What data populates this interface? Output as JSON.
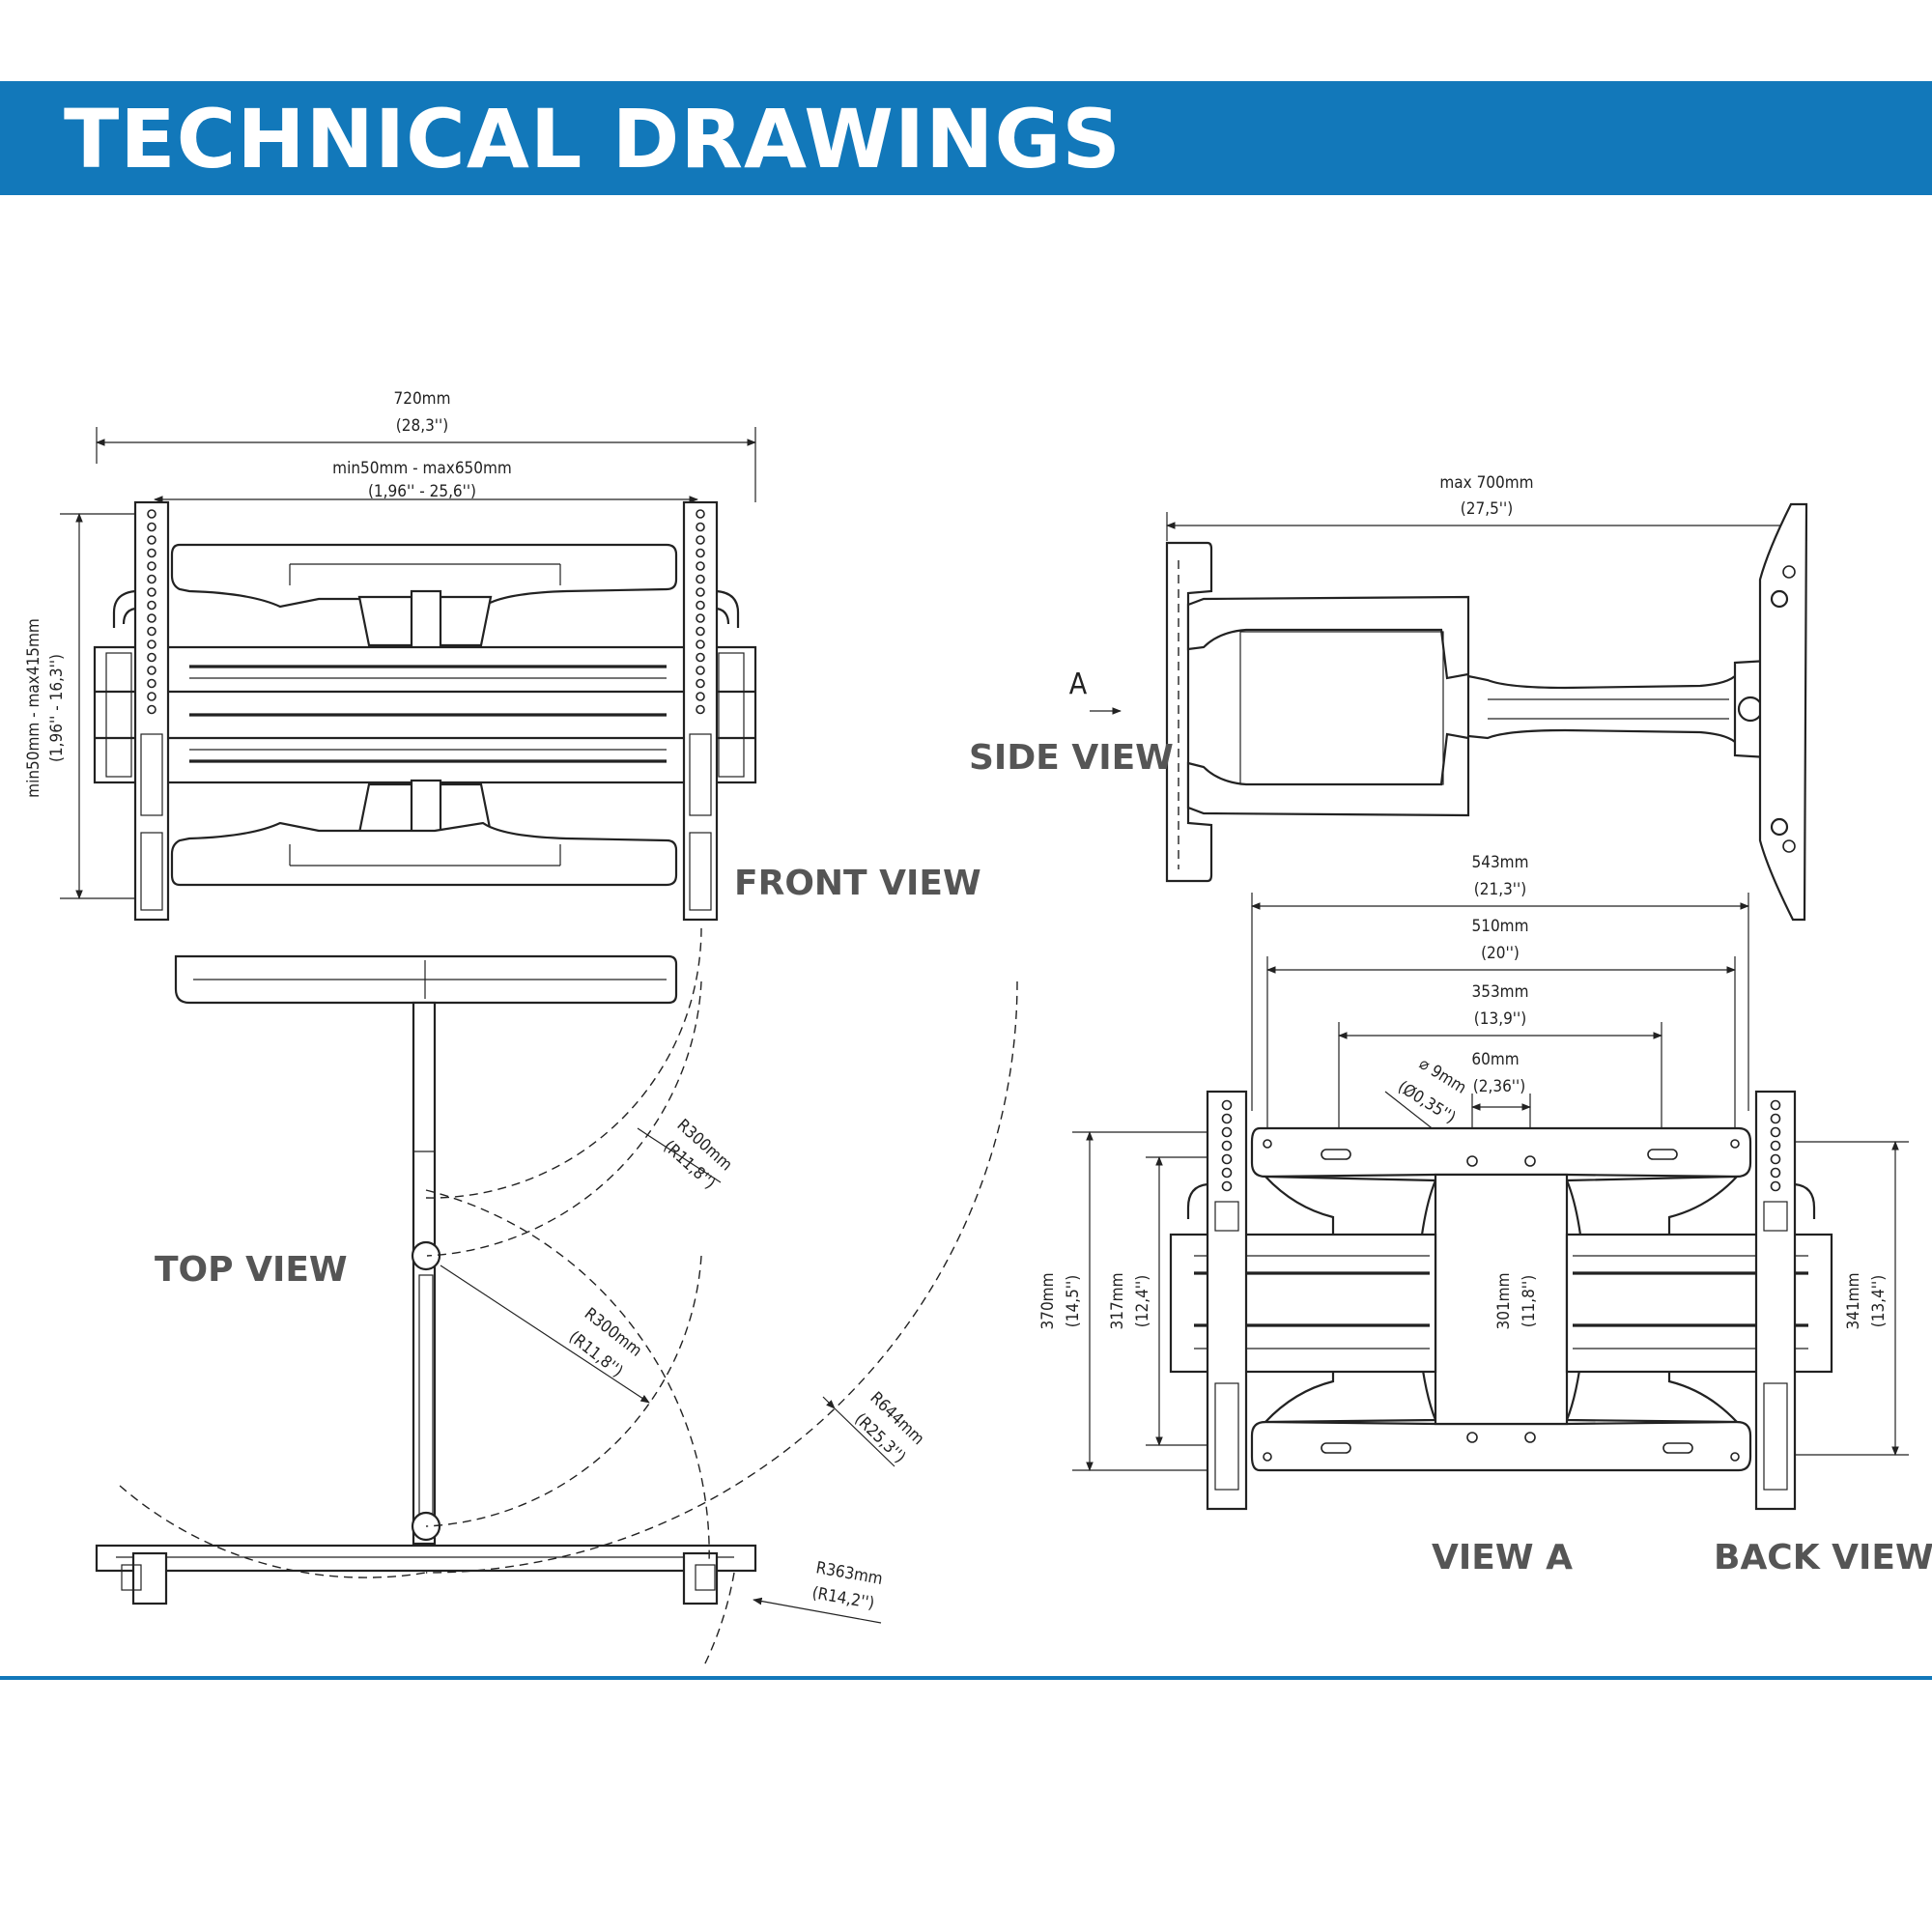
{
  "header": {
    "title": "TECHNICAL DRAWINGS"
  },
  "views": {
    "front": "FRONT VIEW",
    "side": "SIDE VIEW",
    "top": "TOP VIEW",
    "view_a": "VIEW A",
    "back": "BACK VIEW",
    "arrow_a": "A"
  },
  "front_dims": {
    "width_mm": "720mm",
    "width_in": "(28,3'')",
    "rail_mm": "min50mm - max650mm",
    "rail_in": "(1,96'' - 25,6'')",
    "height_mm": "min50mm  -  max415mm",
    "height_in": "(1,96''  -  16,3'')"
  },
  "side_dims": {
    "depth_mm": "max 700mm",
    "depth_in": "(27,5'')"
  },
  "top_dims": {
    "r1_mm": "R300mm",
    "r1_in": "(R11,8'')",
    "r2_mm": "R300mm",
    "r2_in": "(R11,8'')",
    "r3_mm": "R644mm",
    "r3_in": "(R25,3'')",
    "r4_mm": "R363mm",
    "r4_in": "(R14,2'')"
  },
  "back_dims": {
    "w543_mm": "543mm",
    "w543_in": "(21,3'')",
    "w510_mm": "510mm",
    "w510_in": "(20'')",
    "w353_mm": "353mm",
    "w353_in": "(13,9'')",
    "w60_mm": "60mm",
    "w60_in": "(2,36'')",
    "hole_mm": "⌀ 9mm",
    "hole_in": "(Ø0,35'')",
    "h370_mm": "370mm",
    "h370_in": "(14,5'')",
    "h317_mm": "317mm",
    "h317_in": "(12,4'')",
    "h301_mm": "301mm",
    "h301_in": "(11,8'')",
    "h341_mm": "341mm",
    "h341_in": "(13,4'')"
  }
}
